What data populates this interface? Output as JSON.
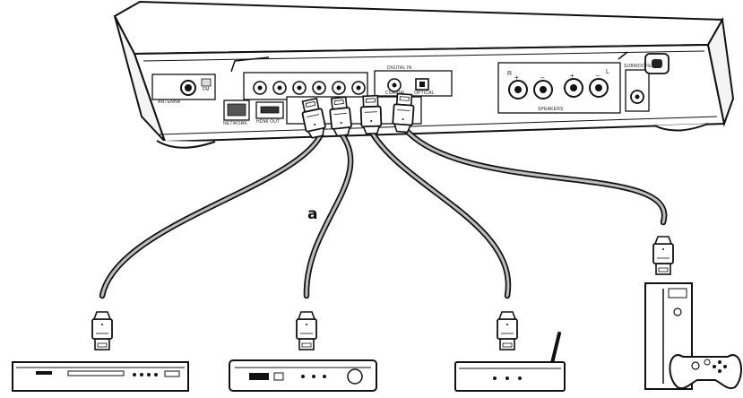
{
  "diagram": {
    "callout_letter": "a",
    "receiver": {
      "panel_labels": {
        "antenna": "ANTENNA",
        "fm": "FM",
        "network": "NETWORK",
        "hdmi_out": "HDMI OUT",
        "digital_in": "DIGITAL IN",
        "coaxial": "COAXIAL",
        "optical": "OPTICAL",
        "speakers": "SPEAKERS",
        "subwoofer": "SUBWOOFER",
        "r": "R",
        "l": "L",
        "plus": "+",
        "minus": "–"
      }
    },
    "devices": [
      {
        "icon": "disc-player-icon"
      },
      {
        "icon": "set-top-box-icon"
      },
      {
        "icon": "streaming-device-icon"
      },
      {
        "icon": "game-console-icon"
      }
    ]
  }
}
